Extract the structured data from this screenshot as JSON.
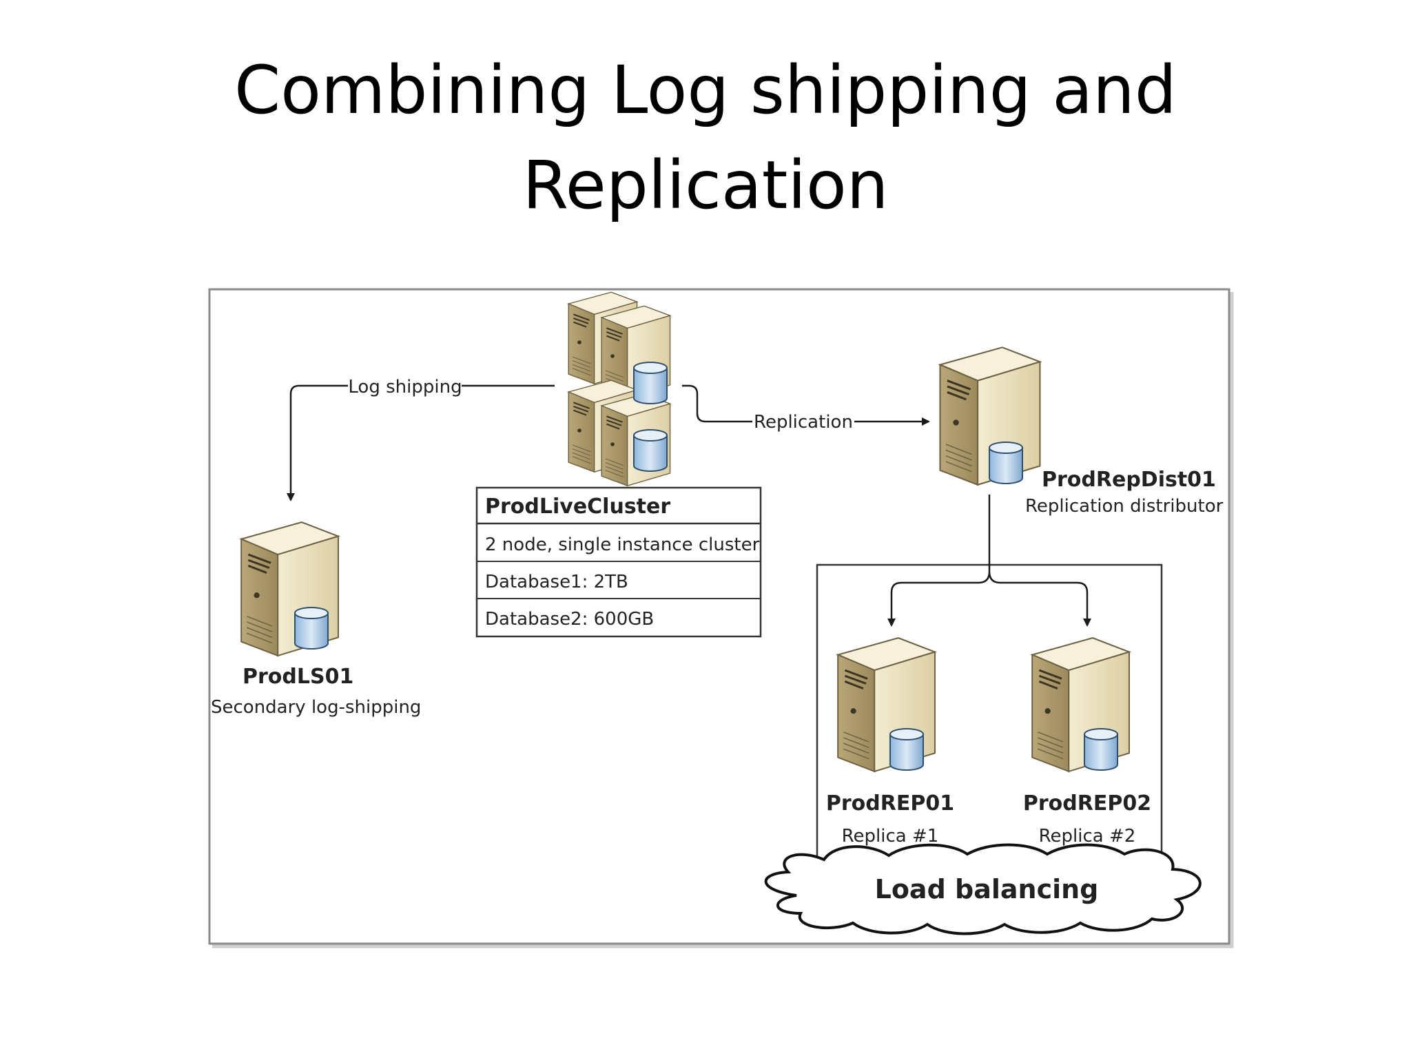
{
  "slide": {
    "title_line1": "Combining Log shipping and",
    "title_line2": "Replication"
  },
  "diagram": {
    "edges": {
      "log_shipping": "Log shipping",
      "replication": "Replication"
    },
    "cluster": {
      "name": "ProdLiveCluster",
      "rows": [
        "2 node, single instance cluster",
        "Database1: 2TB",
        "Database2: 600GB"
      ]
    },
    "servers": {
      "ls": {
        "name": "ProdLS01",
        "role": "Secondary log-shipping"
      },
      "dist": {
        "name": "ProdRepDist01",
        "role": "Replication distributor"
      },
      "rep1": {
        "name": "ProdREP01",
        "role": "Replica #1"
      },
      "rep2": {
        "name": "ProdREP02",
        "role": "Replica #2"
      }
    },
    "load_balancing": "Load balancing"
  }
}
